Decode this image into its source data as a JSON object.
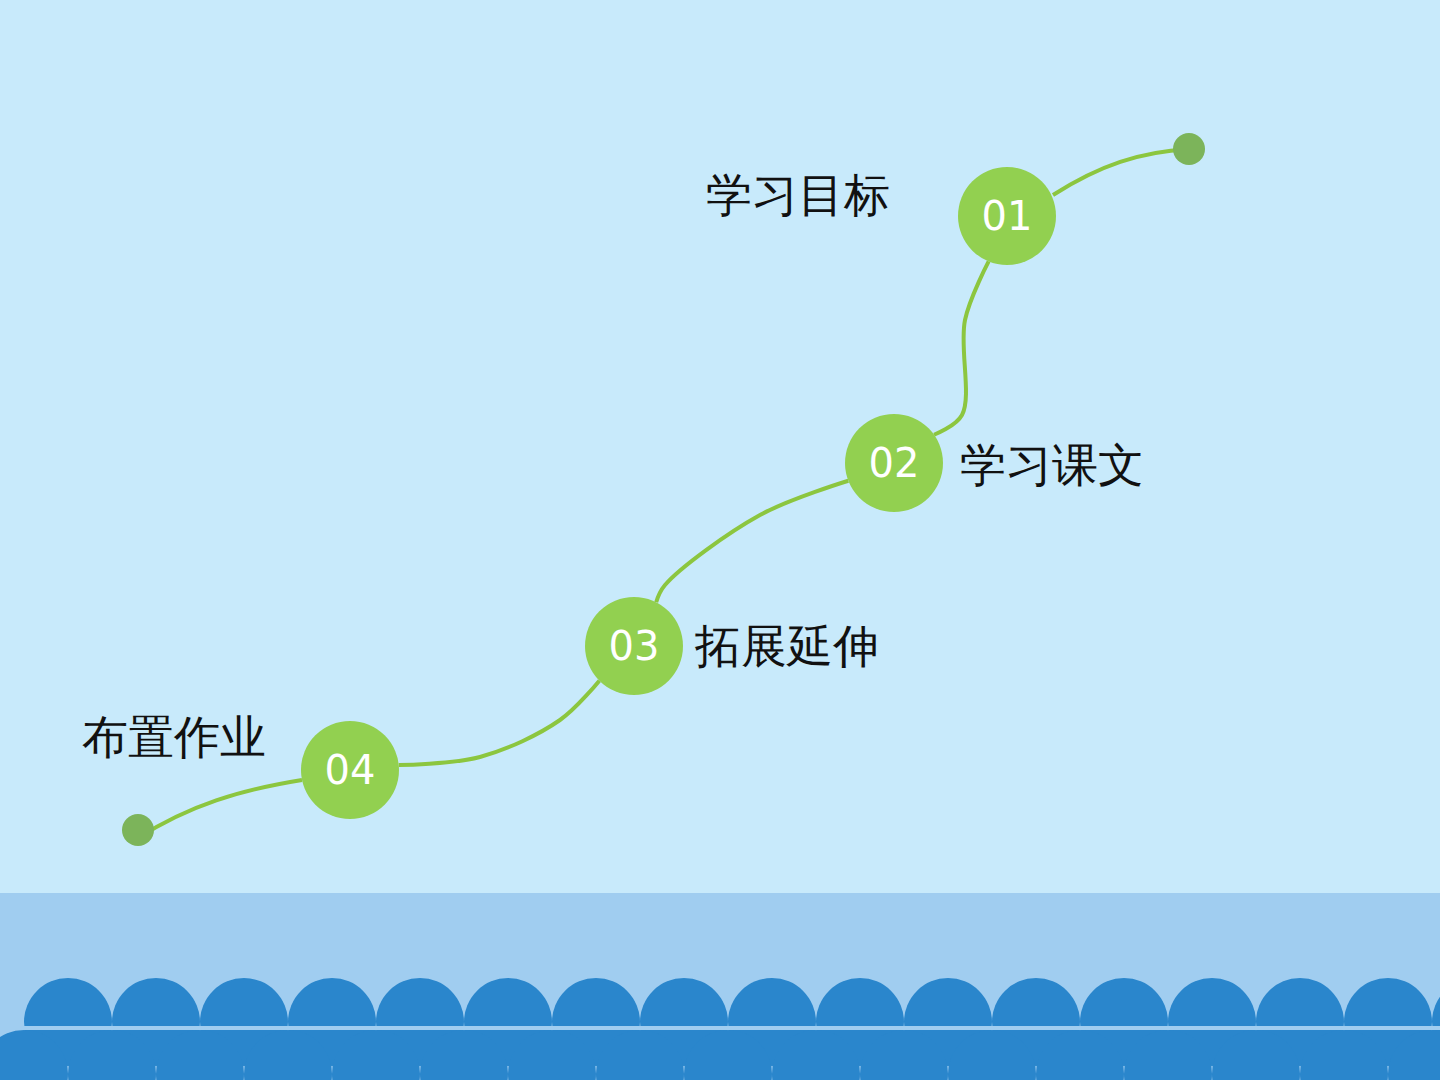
{
  "diagram": {
    "nodes": [
      {
        "text": [
          "01",
          "学习目标"
        ]
      },
      {
        "text": [
          "02",
          "学习课文"
        ]
      },
      {
        "text": [
          "03",
          "拓展延伸"
        ]
      },
      {
        "text": [
          "04",
          "布置作业"
        ]
      }
    ],
    "edges": [
      {
        "from": 0,
        "to": 1,
        "arrow": "none"
      },
      {
        "from": 1,
        "to": 2,
        "arrow": "none"
      },
      {
        "from": 2,
        "to": 3,
        "arrow": "none"
      }
    ]
  }
}
